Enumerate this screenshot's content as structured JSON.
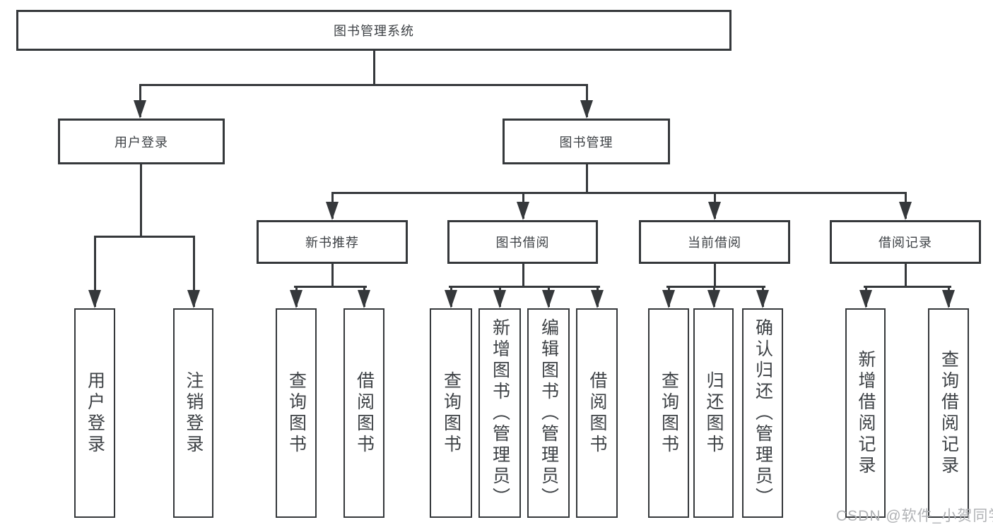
{
  "diagram": {
    "title": "图书管理系统",
    "tree": {
      "node": "root",
      "children": [
        {
          "node": "userLogin",
          "children": [
            {
              "node": "leafUserLogin"
            },
            {
              "node": "leafLogout"
            }
          ]
        },
        {
          "node": "bookMgmt",
          "children": [
            {
              "node": "newBooks",
              "children": [
                {
                  "node": "nbQuery"
                },
                {
                  "node": "nbBorrow"
                }
              ]
            },
            {
              "node": "bookBorrow",
              "children": [
                {
                  "node": "bbQuery"
                },
                {
                  "node": "bbAdd"
                },
                {
                  "node": "bbEdit"
                },
                {
                  "node": "bbBorrow"
                }
              ]
            },
            {
              "node": "currentBorrow",
              "children": [
                {
                  "node": "cbQuery"
                },
                {
                  "node": "cbReturn"
                },
                {
                  "node": "cbConfirm"
                }
              ]
            },
            {
              "node": "borrowRecords",
              "children": [
                {
                  "node": "brAdd"
                },
                {
                  "node": "brQuery"
                }
              ]
            }
          ]
        }
      ]
    }
  },
  "nodes": {
    "root": "图书管理系统",
    "userLogin": "用户登录",
    "bookMgmt": "图书管理",
    "newBooks": "新书推荐",
    "bookBorrow": "图书借阅",
    "currentBorrow": "当前借阅",
    "borrowRecords": "借阅记录",
    "leafUserLogin": "用户登录",
    "leafLogout": "注销登录",
    "nbQuery": "查询图书",
    "nbBorrow": "借阅图书",
    "bbQuery": "查询图书",
    "bbAdd": "新增图书（管理员）",
    "bbEdit": "编辑图书（管理员）",
    "bbBorrow": "借阅图书",
    "cbQuery": "查询图书",
    "cbReturn": "归还图书",
    "cbConfirm": "确认归还（管理员）",
    "brAdd": "新增借阅记录",
    "brQuery": "查询借阅记录"
  },
  "watermark": "CSDN @软件_小贺同学",
  "colors": {
    "line": "#35383b",
    "text": "#3d4145",
    "watermark": "#b0b2b5",
    "background": "#ffffff"
  }
}
